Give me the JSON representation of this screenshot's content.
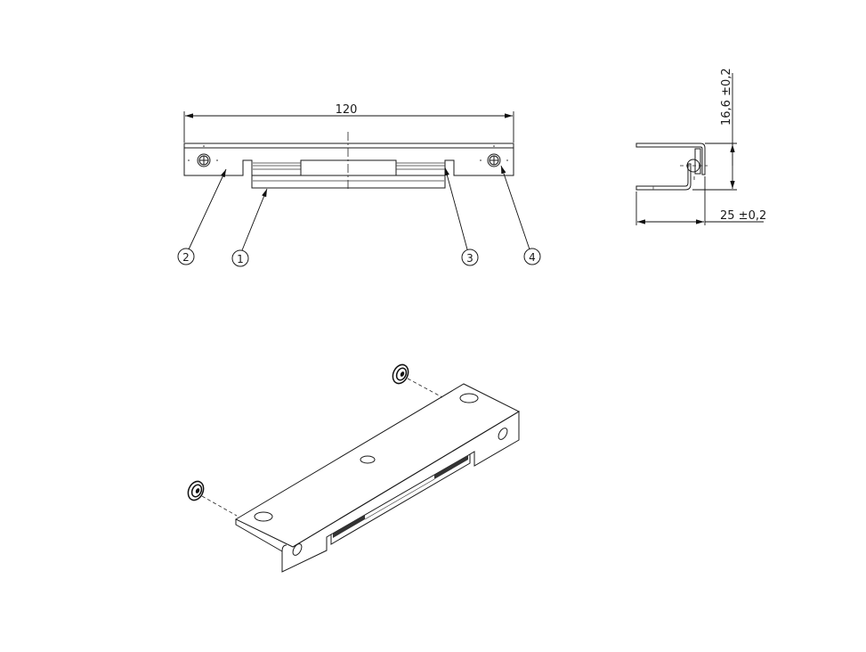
{
  "drawing": {
    "front_view": {
      "overall_width_label": "120"
    },
    "side_view": {
      "height_label": "16,6 ±0,2",
      "depth_label": "25 ±0,2"
    },
    "balloons": [
      {
        "id": "balloon-2",
        "label": "2"
      },
      {
        "id": "balloon-1",
        "label": "1"
      },
      {
        "id": "balloon-3",
        "label": "3"
      },
      {
        "id": "balloon-4",
        "label": "4"
      }
    ],
    "isometric_view": {
      "parts": [
        "bracket",
        "screw-left",
        "screw-right"
      ]
    }
  }
}
